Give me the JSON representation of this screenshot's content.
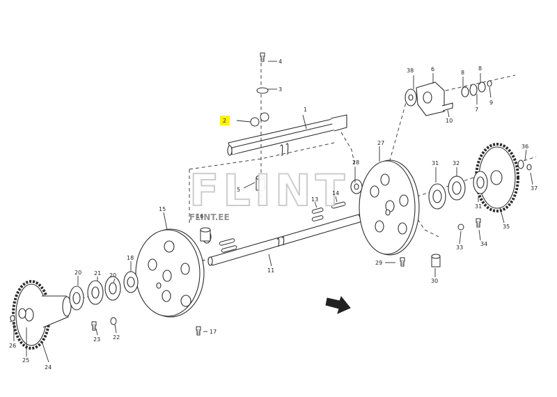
{
  "diagram": {
    "callouts": [
      {
        "id": "1",
        "text": "1"
      },
      {
        "id": "2",
        "text": "2"
      },
      {
        "id": "3",
        "text": "3"
      },
      {
        "id": "4",
        "text": "4"
      },
      {
        "id": "5",
        "text": "5"
      },
      {
        "id": "6",
        "text": "6"
      },
      {
        "id": "7",
        "text": "7"
      },
      {
        "id": "8a",
        "text": "8"
      },
      {
        "id": "8b",
        "text": "8"
      },
      {
        "id": "9",
        "text": "9"
      },
      {
        "id": "10",
        "text": "10"
      },
      {
        "id": "11",
        "text": "11"
      },
      {
        "id": "13",
        "text": "13"
      },
      {
        "id": "14",
        "text": "14"
      },
      {
        "id": "15",
        "text": "15"
      },
      {
        "id": "16",
        "text": "16"
      },
      {
        "id": "17",
        "text": "17"
      },
      {
        "id": "18",
        "text": "18"
      },
      {
        "id": "20a",
        "text": "20"
      },
      {
        "id": "20b",
        "text": "20"
      },
      {
        "id": "21",
        "text": "21"
      },
      {
        "id": "22",
        "text": "22"
      },
      {
        "id": "23",
        "text": "23"
      },
      {
        "id": "24",
        "text": "24"
      },
      {
        "id": "25",
        "text": "25"
      },
      {
        "id": "26",
        "text": "26"
      },
      {
        "id": "27",
        "text": "27"
      },
      {
        "id": "28",
        "text": "28"
      },
      {
        "id": "29",
        "text": "29"
      },
      {
        "id": "30",
        "text": "30"
      },
      {
        "id": "31a",
        "text": "31"
      },
      {
        "id": "31b",
        "text": "31"
      },
      {
        "id": "32",
        "text": "32"
      },
      {
        "id": "33",
        "text": "33"
      },
      {
        "id": "34",
        "text": "34"
      },
      {
        "id": "35",
        "text": "35"
      },
      {
        "id": "36",
        "text": "36"
      },
      {
        "id": "37",
        "text": "37"
      },
      {
        "id": "38",
        "text": "38"
      }
    ],
    "highlight_callout": "2",
    "highlight_color": "#fff200",
    "line_color": "#2b2b2b"
  },
  "watermark": {
    "logo_text": "FLINT",
    "site_text": "FLINT.EE"
  }
}
